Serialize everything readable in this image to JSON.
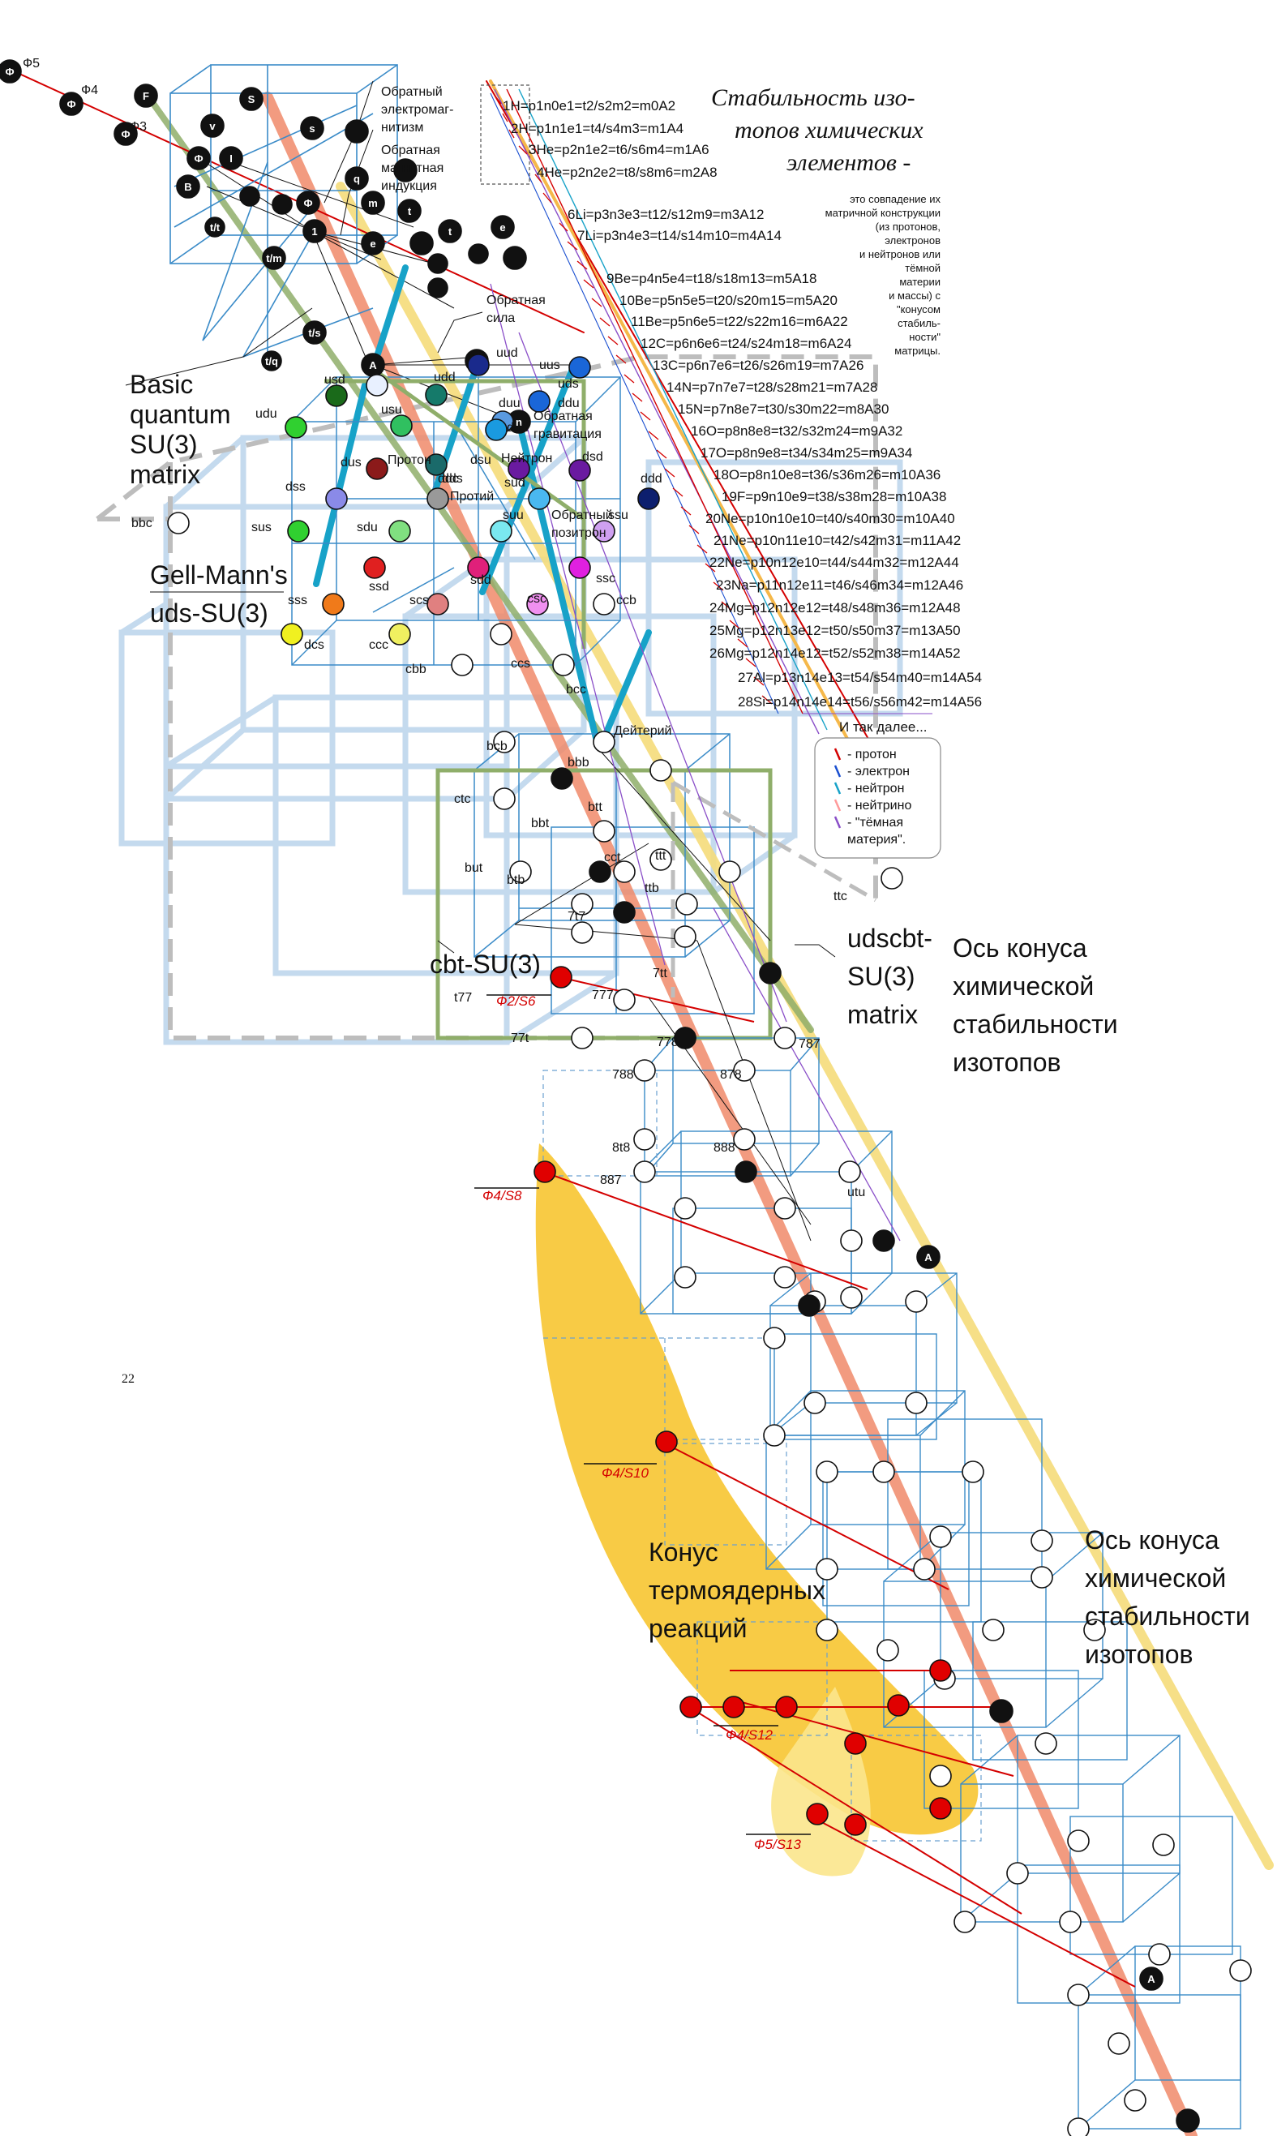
{
  "title": {
    "line1": "Стабильность изо-",
    "line2": "топов химических",
    "line3": "элементов -"
  },
  "description": [
    "это совпадение их",
    "матричной конструкции",
    "(из протонов,",
    "электронов",
    "и нейтронов или",
    "тёмной",
    "материи",
    "и массы) с",
    "\"конусом",
    "стабиль-",
    "ности\"",
    "матрицы."
  ],
  "isotopes": [
    "1H=p1n0e1=t2/s2m2=m0A2",
    "2H=p1n1e1=t4/s4m3=m1A4",
    "3He=p2n1e2=t6/s6m4=m1A6",
    "4He=p2n2e2=t8/s8m6=m2A8",
    "6Li=p3n3e3=t12/s12m9=m3A12",
    "7Li=p3n4e3=t14/s14m10=m4A14",
    "9Be=p4n5e4=t18/s18m13=m5A18",
    "10Be=p5n5e5=t20/s20m15=m5A20",
    "11Be=p5n6e5=t22/s22m16=m6A22",
    "12C=p6n6e6=t24/s24m18=m6A24",
    "13C=p6n7e6=t26/s26m19=m7A26",
    "14N=p7n7e7=t28/s28m21=m7A28",
    "15N=p7n8e7=t30/s30m22=m8A30",
    "16O=p8n8e8=t32/s32m24=m9A32",
    "17O=p8n9e8=t34/s34m25=m9A34",
    "18O=p8n10e8=t36/s36m26=m10A36",
    "19F=p9n10e9=t38/s38m28=m10A38",
    "20Ne=p10n10e10=t40/s40m30=m10A40",
    "21Ne=p10n11e10=t42/s42m31=m11A42",
    "22Ne=p10n12e10=t44/s44m32=m12A44",
    "23Na=p11n12e11=t46/s46m34=m12A46",
    "24Mg=p12n12e12=t48/s48m36=m12A48",
    "25Mg=p12n13e12=t50/s50m37=m13A50",
    "26Mg=p12n14e12=t52/s52m38=m14A52",
    "27Al=p13n14e13=t54/s54m40=m14A54",
    "28Si=p14n14e14=t56/s56m42=m14A56"
  ],
  "isotopes_more": "И так далее...",
  "legend": [
    {
      "label": "- протон",
      "color": "#d40000"
    },
    {
      "label": "- электрон",
      "color": "#1a4fd0"
    },
    {
      "label": "- нейтрон",
      "color": "#17a2c8"
    },
    {
      "label": "- нейтрино",
      "color": "#ff9a9a"
    },
    {
      "label": "- \"тёмная",
      "color": "#8a4fc8"
    },
    {
      "label": "материя\".",
      "color": ""
    }
  ],
  "labels": {
    "basic1": "Basic",
    "basic2": "quantum",
    "basic3": "SU(3)",
    "basic4": "matrix",
    "gell1": "Gell-Mann's",
    "gell2": "uds-SU(3)",
    "cbt": "cbt-SU(3)",
    "udscbt1": "udscbt-",
    "udscbt2": "SU(3)",
    "udscbt3": "matrix",
    "axis1_1": "Ось конуса",
    "axis1_2": "химической",
    "axis1_3": "стабильности",
    "axis1_4": "изотопов",
    "axis2_1": "Ось конуса",
    "axis2_2": "химической",
    "axis2_3": "стабильности",
    "axis2_4": "изотопов",
    "cone1": "Конус",
    "cone2": "термоядерных",
    "cone3": "реакций",
    "page": "22",
    "em1": "Обратный",
    "em2": "электромаг-",
    "em3": "нитизм",
    "mi1": "Обратная",
    "mi2": "магнитная",
    "mi3": "индукция",
    "force1": "Обратная",
    "force2": "сила",
    "grav1": "Обратная",
    "grav2": "гравитация",
    "pos1": "Обратный",
    "pos2": "позитрон",
    "proton": "Протон",
    "neutron": "Нейтрон",
    "protium": "Протий",
    "deut": "Дейтерий"
  },
  "phi_labels": [
    "Ф5",
    "Ф4",
    "Ф3"
  ],
  "red_labels": [
    "Ф2/S6",
    "Ф4/S8",
    "Ф4/S10",
    "Ф4/S12",
    "Ф5/S13"
  ],
  "quarks": [
    "uud",
    "uus",
    "uds",
    "udd",
    "usd",
    "usu",
    "udu",
    "duu",
    "ddu",
    "dud",
    "dus",
    "ddc",
    "dsu",
    "dsd",
    "ddd",
    "dss",
    "dds",
    "sud",
    "sus",
    "sdu",
    "suu",
    "ssu",
    "ssd",
    "sdd",
    "ssc",
    "sss",
    "scs",
    "csc",
    "dcs",
    "ccc",
    "ccs",
    "ccb",
    "cbb",
    "bcc",
    "bbc",
    "bcb",
    "bbb",
    "ctc",
    "btt",
    "bbt",
    "but",
    "cct",
    "btb",
    "ttb",
    "ttt",
    "ttc",
    "7t7",
    "t77",
    "777",
    "7tt",
    "77t",
    "778",
    "787",
    "788",
    "878",
    "8t8",
    "888",
    "887",
    "utu"
  ],
  "colors": {
    "grid": "#b9d3ea",
    "axis_salmon": "#f08a6a",
    "axis_yellow": "#f5dc7a",
    "olive": "#8fae6a",
    "cone": "#f7c531",
    "red": "#d40000",
    "cyan": "#17a2c8"
  }
}
